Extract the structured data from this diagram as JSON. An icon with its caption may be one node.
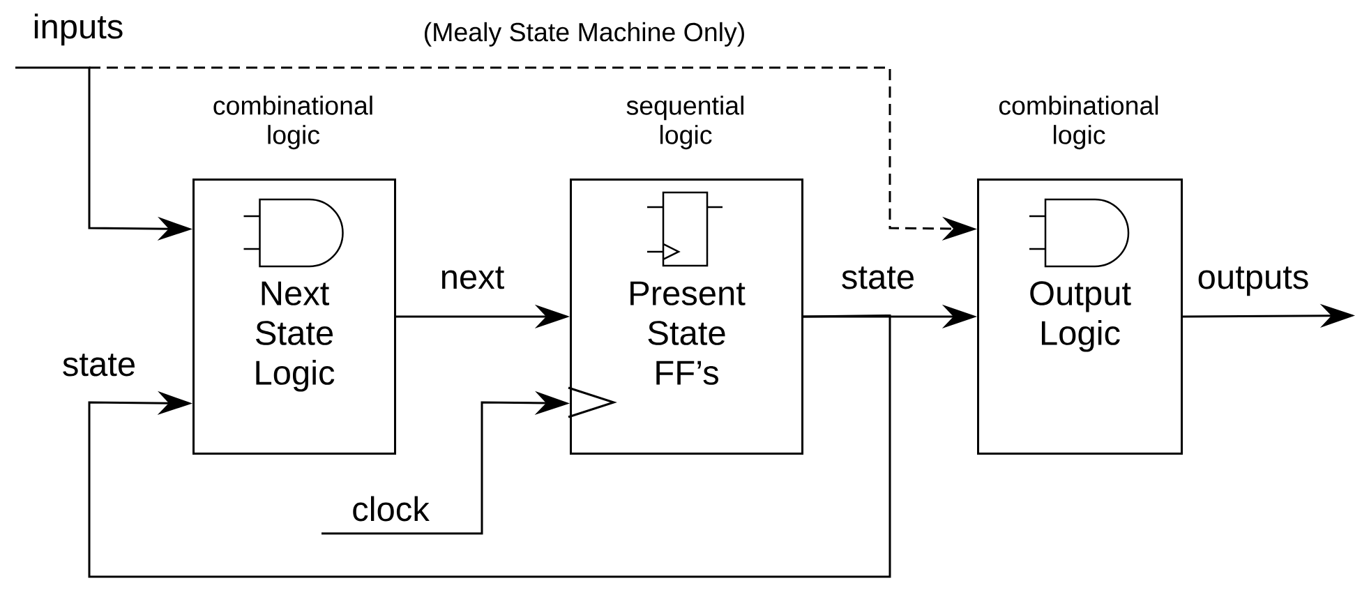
{
  "diagram": {
    "nodes": [
      {
        "text": [
          "combinational logic",
          "Next State Logic"
        ]
      },
      {
        "text": [
          "sequential logic",
          "Present State FF’s"
        ]
      },
      {
        "text": [
          "combinational logic",
          "Output Logic"
        ]
      }
    ],
    "edges": [
      {
        "from": null,
        "to": 0,
        "arrow": "to",
        "label": "inputs"
      },
      {
        "from": null,
        "to": 2,
        "arrow": "to",
        "label": "(Mealy State Machine Only)",
        "style": "dashed"
      },
      {
        "from": 0,
        "to": 1,
        "arrow": "to",
        "label": "next"
      },
      {
        "from": null,
        "to": 1,
        "arrow": "to",
        "label": "clock"
      },
      {
        "from": 1,
        "to": 2,
        "arrow": "to",
        "label": "state"
      },
      {
        "from": 1,
        "to": 0,
        "arrow": "to",
        "label": "state"
      },
      {
        "from": 2,
        "to": null,
        "arrow": "to",
        "label": "outputs"
      }
    ]
  }
}
